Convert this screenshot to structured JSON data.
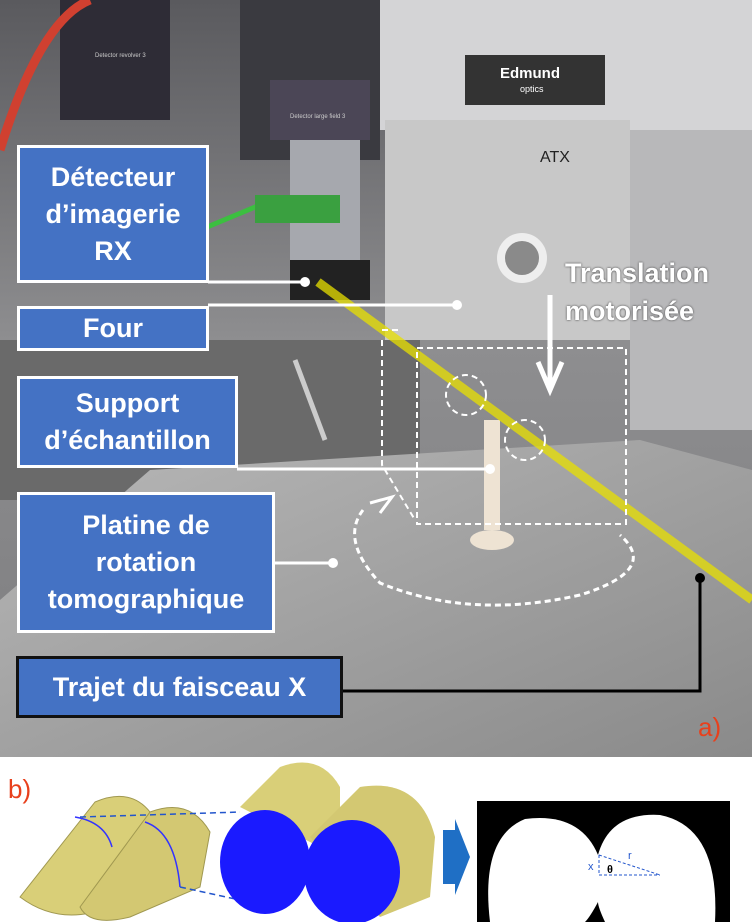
{
  "panel_a": {
    "letter": "a)",
    "labels": {
      "detector": [
        "Détecteur",
        "d’imagerie",
        "RX"
      ],
      "furnace": "Four",
      "sample_holder": [
        "Support",
        "d’échantillon"
      ],
      "rotation_stage": [
        "Platine de",
        "rotation",
        "tomographique"
      ],
      "beam_path": "Trajet du faisceau X"
    },
    "translation": [
      "Translation",
      "motorisée"
    ],
    "photo_text": {
      "brand": "Edmund",
      "brand_sub": "optics",
      "furnace_mark": "ATX",
      "detector_tag_1": "Detector revolver 3",
      "detector_tag_2": "Detector large field 3"
    },
    "colors": {
      "label_fill": "#4472c4",
      "beam": "#e8e000",
      "letter": "#e8401c"
    }
  },
  "panel_b": {
    "letter": "b)",
    "symbols": {
      "x": "x",
      "r": "r",
      "theta": "θ"
    },
    "colors": {
      "section": "#1a1aff",
      "sample": "#d9cf78",
      "arrow": "#1f6fc5"
    }
  }
}
